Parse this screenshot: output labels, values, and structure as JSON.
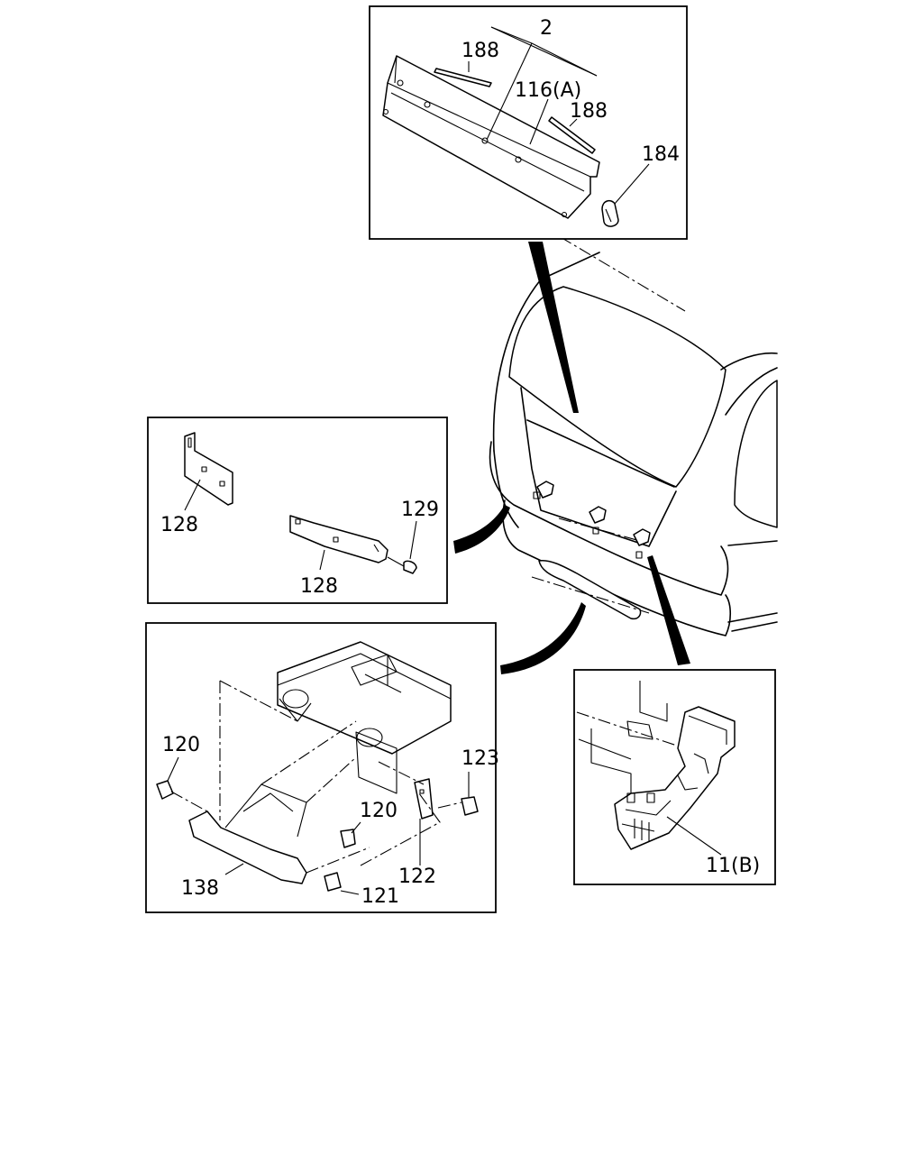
{
  "labels": {
    "part_2": "2",
    "part_188_a": "188",
    "part_116a": "116(A)",
    "part_188_b": "188",
    "part_184": "184",
    "part_128_a": "128",
    "part_129": "129",
    "part_128_b": "128",
    "part_120_a": "120",
    "part_123": "123",
    "part_120_b": "120",
    "part_122": "122",
    "part_138": "138",
    "part_121": "121",
    "part_11b": "11(B)"
  }
}
